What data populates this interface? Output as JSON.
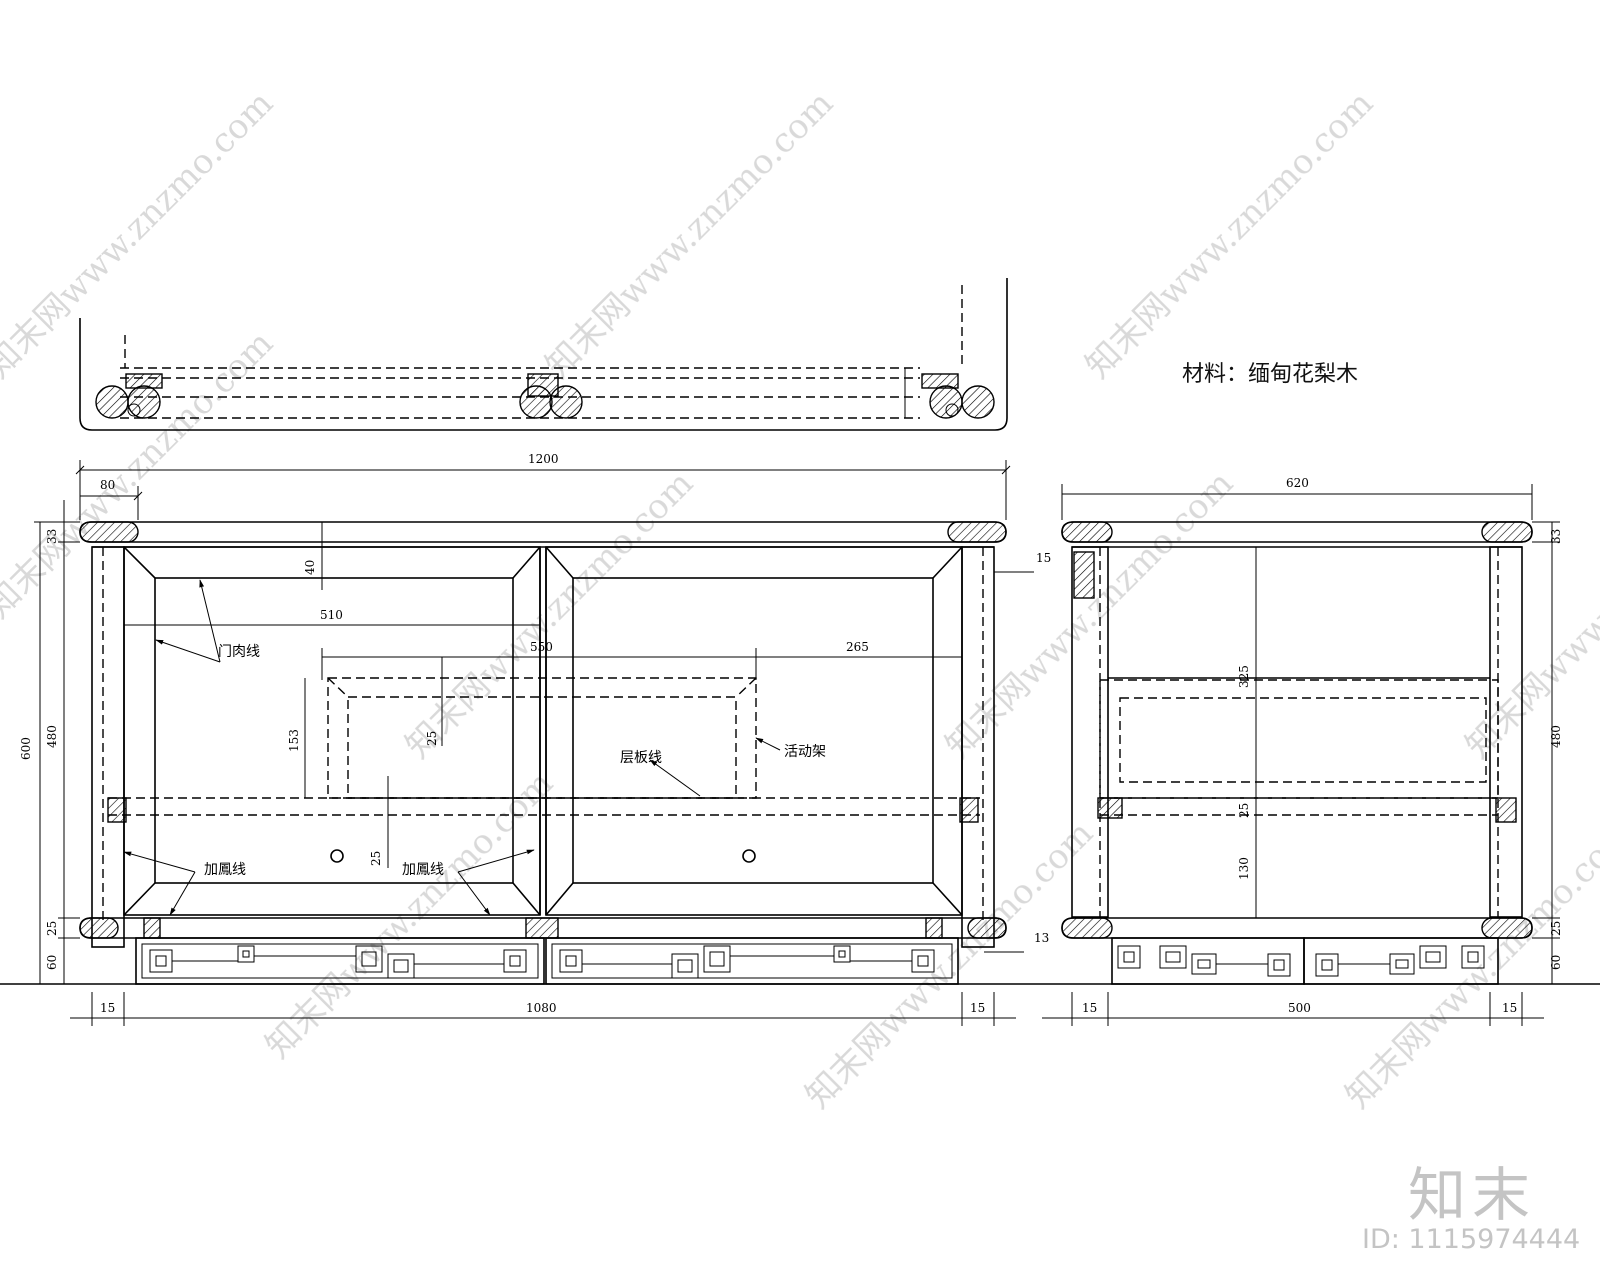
{
  "material": "材料：缅甸花梨木",
  "brand": "知末",
  "id": "ID: 1115974444",
  "front": {
    "overall_width": "1200",
    "end_offset": "80",
    "height_total": "600",
    "top_thickness": "33",
    "body_height": "480",
    "base_rail": "25",
    "foot_height": "60",
    "side_gap": "15",
    "inner_width": "1080",
    "side_right": "15",
    "frame_inset": "40",
    "door_width": "510",
    "shelf_length": "550",
    "shelf_right": "265",
    "rack_height": "153",
    "rack_rail": "25",
    "shelf_thick": "25",
    "side_offset": "15",
    "kick_offset": "13",
    "labels": {
      "door_line": "门肉线",
      "shelf_line": "层板线",
      "movable_rack": "活动架",
      "bead_line_left": "加鳳线",
      "bead_line_right": "加鳳线"
    }
  },
  "side": {
    "overall_depth": "620",
    "top_thickness": "33",
    "body_height": "480",
    "base_rail": "25",
    "foot_height": "60",
    "upper_space": "325",
    "shelf_thick": "25",
    "lower_space": "130",
    "inner_depth": "500",
    "left_side": "15",
    "right_side": "15"
  }
}
